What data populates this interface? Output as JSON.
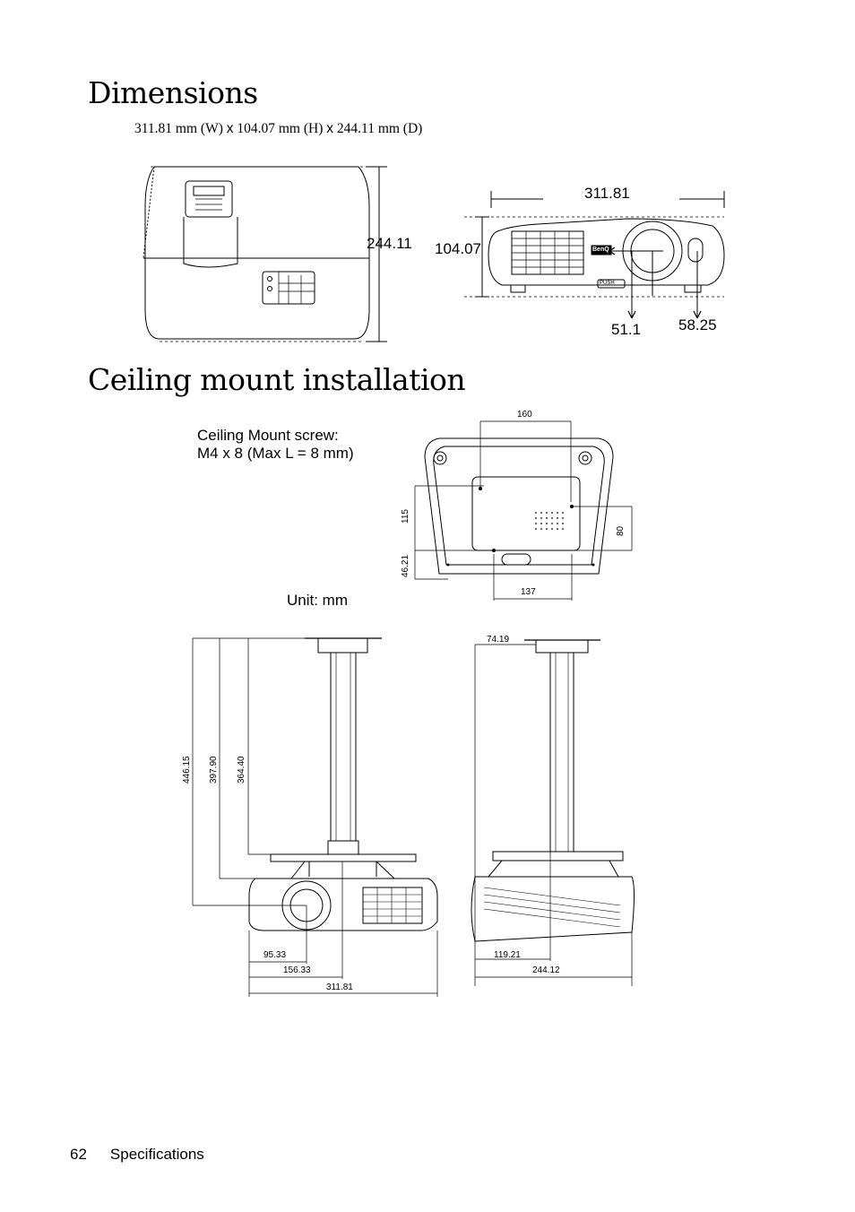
{
  "dimensions": {
    "title": "Dimensions",
    "width": "311.81 mm (W)",
    "height": "104.07 mm (H)",
    "depth": "244.11 mm (D)",
    "separator": "x",
    "top_view_depth": "244.11",
    "front_width": "311.81",
    "front_height": "104.07",
    "lens_offset_a": "51.1",
    "lens_offset_b": "58.25",
    "front_logo": "BenQ",
    "push_label": "PUSH"
  },
  "ceiling": {
    "title": "Ceiling mount installation",
    "screw_note_line1": "Ceiling Mount screw:",
    "screw_note_line2": "M4 x 8 (Max L = 8 mm)",
    "unit": "Unit: mm",
    "bottom_view": {
      "top_width": "160",
      "side_115": "115",
      "side_46": "46.21",
      "right_80": "80",
      "bottom_137": "137"
    },
    "front_mount": {
      "h_446": "446.15",
      "h_397": "397.90",
      "h_364": "364.40",
      "w_95": "95.33",
      "w_156": "156.33",
      "w_311": "311.81"
    },
    "side_mount": {
      "w_74": "74.19",
      "w_119": "119.21",
      "w_244": "244.12"
    }
  },
  "footer": {
    "page_number": "62",
    "section": "Specifications"
  }
}
